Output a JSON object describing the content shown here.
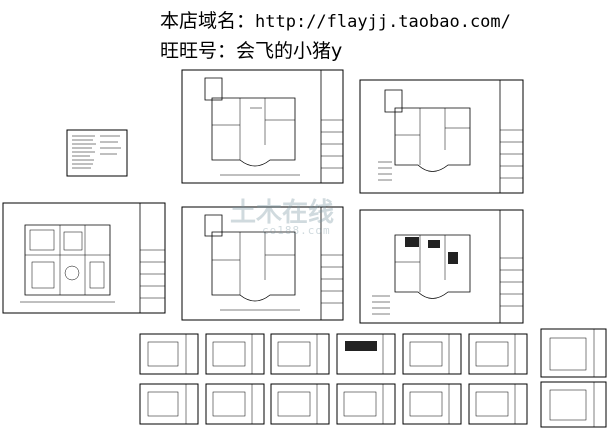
{
  "shop_line": {
    "label": "本店域名：",
    "url": "http://flayjj.taobao.com/"
  },
  "wangwang_line": {
    "label": "旺旺号：",
    "name": "会飞的小猪y"
  },
  "watermark": {
    "text": "土木在线",
    "sub": "co188.com"
  }
}
